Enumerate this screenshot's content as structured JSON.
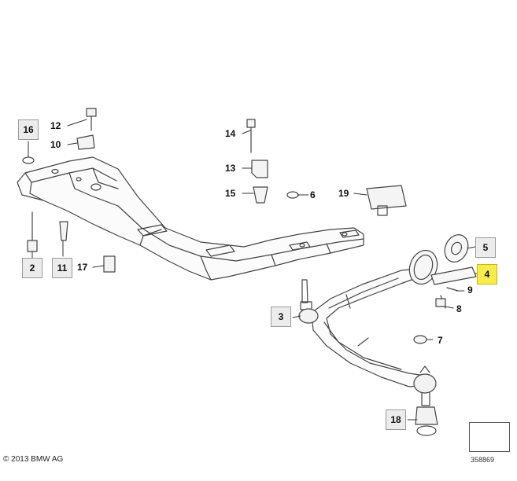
{
  "diagram": {
    "callouts": [
      {
        "id": "c16",
        "label": "16",
        "highlight": false
      },
      {
        "id": "c12",
        "label": "12",
        "highlight": false
      },
      {
        "id": "c10",
        "label": "10",
        "highlight": false
      },
      {
        "id": "c14",
        "label": "14",
        "highlight": false
      },
      {
        "id": "c13",
        "label": "13",
        "highlight": false
      },
      {
        "id": "c15",
        "label": "15",
        "highlight": false
      },
      {
        "id": "c6",
        "label": "6",
        "highlight": false
      },
      {
        "id": "c19",
        "label": "19",
        "highlight": false
      },
      {
        "id": "c2",
        "label": "2",
        "highlight": false
      },
      {
        "id": "c11",
        "label": "11",
        "highlight": false
      },
      {
        "id": "c17",
        "label": "17",
        "highlight": false
      },
      {
        "id": "c5",
        "label": "5",
        "highlight": false
      },
      {
        "id": "c4",
        "label": "4",
        "highlight": true
      },
      {
        "id": "c9",
        "label": "9",
        "highlight": false
      },
      {
        "id": "c8",
        "label": "8",
        "highlight": false
      },
      {
        "id": "c3",
        "label": "3",
        "highlight": false
      },
      {
        "id": "c7",
        "label": "7",
        "highlight": false
      },
      {
        "id": "c18",
        "label": "18",
        "highlight": false
      }
    ],
    "copyright": "© 2013 BMW AG",
    "doc_number": "358869",
    "highlight_color": "#f7ec4a",
    "line_color": "#444444"
  }
}
